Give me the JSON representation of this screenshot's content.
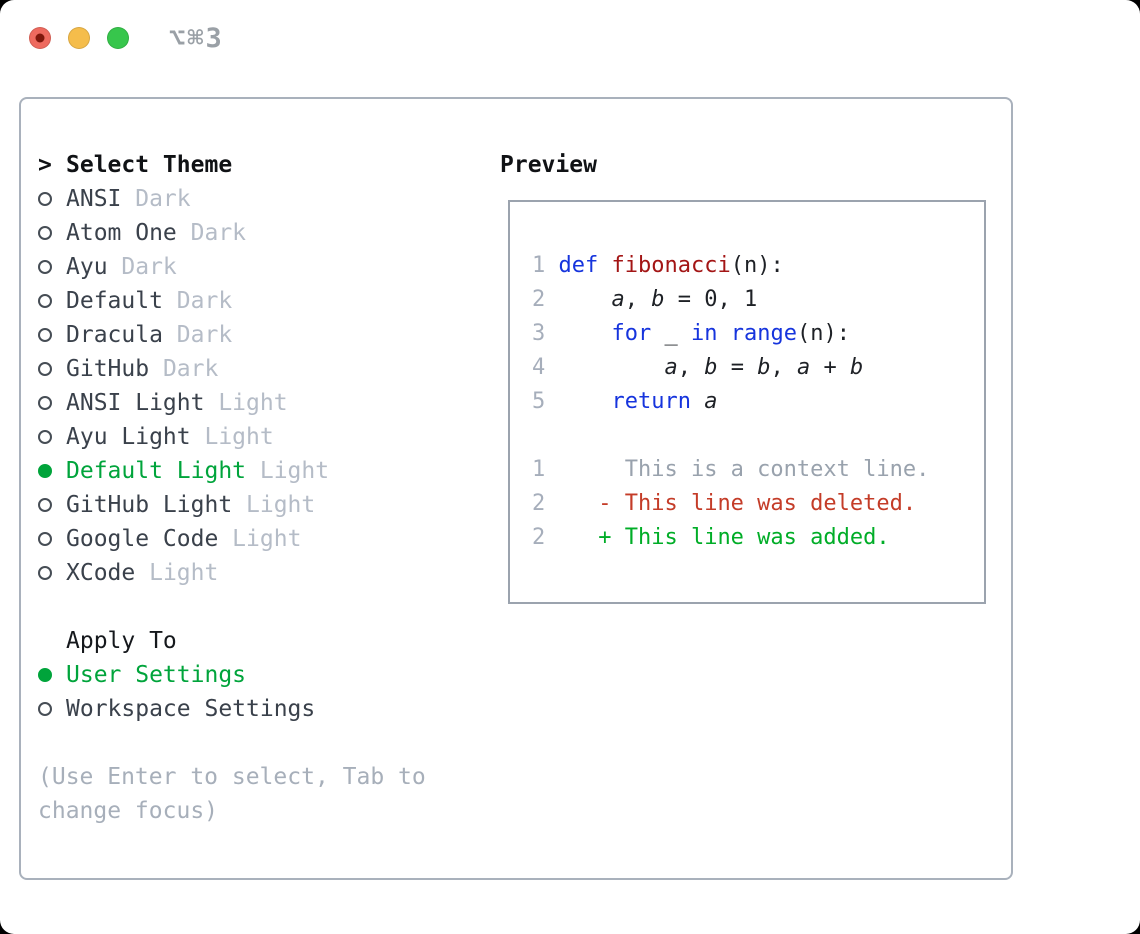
{
  "window": {
    "shortcut_label": "⌥⌘3",
    "traffic_lights": [
      {
        "name": "close-button",
        "color": "#ee6a5f",
        "dot": "#7f170c"
      },
      {
        "name": "minimize-button",
        "color": "#f5bd4b",
        "dot": null
      },
      {
        "name": "zoom-button",
        "color": "#37c64c",
        "dot": null
      }
    ]
  },
  "colors": {
    "accent_green": "#00a43b",
    "diff_added_green": "#00ad27",
    "diff_deleted_red": "#c43c28",
    "keyword_blue": "#1634dd",
    "function_red": "#a31515",
    "muted_gray": "#b5bcc7"
  },
  "theme_panel": {
    "header": {
      "prompt": ">",
      "label": "Select Theme"
    },
    "themes": [
      {
        "name": "ANSI",
        "variant": "Dark",
        "selected": false
      },
      {
        "name": "Atom One",
        "variant": "Dark",
        "selected": false
      },
      {
        "name": "Ayu",
        "variant": "Dark",
        "selected": false
      },
      {
        "name": "Default",
        "variant": "Dark",
        "selected": false
      },
      {
        "name": "Dracula",
        "variant": "Dark",
        "selected": false
      },
      {
        "name": "GitHub",
        "variant": "Dark",
        "selected": false
      },
      {
        "name": "ANSI Light",
        "variant": "Light",
        "selected": false
      },
      {
        "name": "Ayu Light",
        "variant": "Light",
        "selected": false
      },
      {
        "name": "Default Light",
        "variant": "Light",
        "selected": true
      },
      {
        "name": "GitHub Light",
        "variant": "Light",
        "selected": false
      },
      {
        "name": "Google Code",
        "variant": "Light",
        "selected": false
      },
      {
        "name": "XCode",
        "variant": "Light",
        "selected": false
      }
    ],
    "apply_to": {
      "label": "Apply To",
      "options": [
        {
          "label": "User Settings",
          "selected": true
        },
        {
          "label": "Workspace Settings",
          "selected": false
        }
      ]
    },
    "help_text": "(Use Enter to select, Tab to change focus)"
  },
  "preview": {
    "label": "Preview",
    "code_lines": [
      {
        "num": "1",
        "tokens": [
          {
            "t": "def",
            "s": "kw"
          },
          {
            "t": " "
          },
          {
            "t": "fibonacci",
            "s": "fn"
          },
          {
            "t": "(n):"
          }
        ]
      },
      {
        "num": "2",
        "tokens": [
          {
            "t": "    "
          },
          {
            "t": "a",
            "s": "var"
          },
          {
            "t": ", "
          },
          {
            "t": "b",
            "s": "var"
          },
          {
            "t": " = 0, 1"
          }
        ]
      },
      {
        "num": "3",
        "tokens": [
          {
            "t": "    "
          },
          {
            "t": "for",
            "s": "kw"
          },
          {
            "t": " _ "
          },
          {
            "t": "in",
            "s": "kw"
          },
          {
            "t": " "
          },
          {
            "t": "range",
            "s": "kw"
          },
          {
            "t": "(n):"
          }
        ]
      },
      {
        "num": "4",
        "tokens": [
          {
            "t": "        "
          },
          {
            "t": "a",
            "s": "var"
          },
          {
            "t": ", "
          },
          {
            "t": "b",
            "s": "var"
          },
          {
            "t": " = "
          },
          {
            "t": "b",
            "s": "var"
          },
          {
            "t": ", "
          },
          {
            "t": "a",
            "s": "var"
          },
          {
            "t": " + "
          },
          {
            "t": "b",
            "s": "var"
          }
        ]
      },
      {
        "num": "5",
        "tokens": [
          {
            "t": "    "
          },
          {
            "t": "return",
            "s": "kw"
          },
          {
            "t": " "
          },
          {
            "t": "a",
            "s": "var"
          }
        ]
      }
    ],
    "diff_lines": [
      {
        "num": "1",
        "text": "     This is a context line.",
        "type": "context"
      },
      {
        "num": "2",
        "text": "   - This line was deleted.",
        "type": "deleted"
      },
      {
        "num": "2",
        "text": "   + This line was added.",
        "type": "added"
      }
    ]
  }
}
